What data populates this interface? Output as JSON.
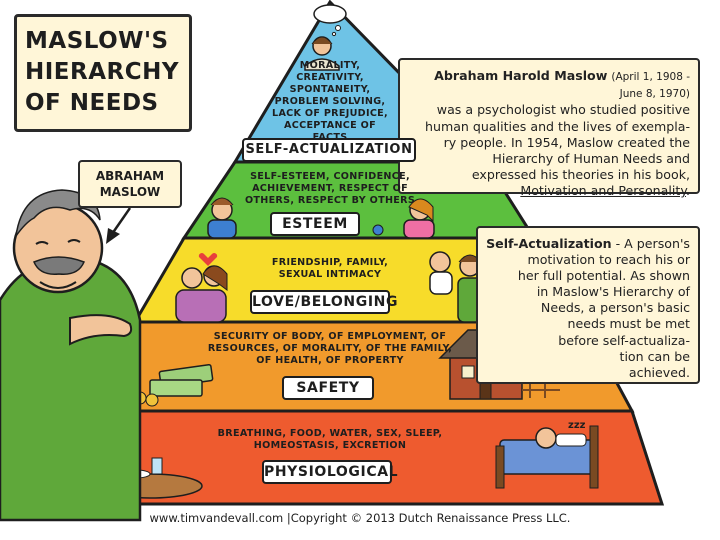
{
  "title": {
    "line1": "MASLOW'S",
    "line2": "HIERARCHY",
    "line3": "OF NEEDS"
  },
  "name_label": {
    "line1": "ABRAHAM",
    "line2": "MASLOW"
  },
  "bio": {
    "name": "Abraham Harold Maslow",
    "dates": "(April 1, 1908 - June 8, 1970)",
    "lines": [
      "was a psychologist who studied positive",
      "human qualities and the lives of exempla-",
      "ry people. In 1954, Maslow created the",
      "Hierarchy of Human Needs and",
      "expressed his theories in his book,"
    ],
    "book": "Motivation and Personality"
  },
  "sa_definition": {
    "term": "Self-Actualization",
    "lines": [
      " - A person's",
      "motivation to reach his or",
      "her full potential. As shown",
      "in Maslow's Hierarchy of",
      "Needs, a person's basic",
      "needs must be met",
      "before self-actualiza-",
      "tion can be",
      "achieved."
    ]
  },
  "levels": {
    "self_actualization": {
      "label": "SELF-ACTUALIZATION",
      "lines": [
        "MORALITY,",
        "CREATIVITY,",
        "SPONTANEITY,",
        "PROBLEM SOLVING,",
        "LACK OF PREJUDICE,",
        "ACCEPTANCE OF FACTS"
      ],
      "color": "#6ec3e6"
    },
    "esteem": {
      "label": "ESTEEM",
      "lines": [
        "SELF-ESTEEM, CONFIDENCE,",
        "ACHIEVEMENT, RESPECT OF",
        "OTHERS, RESPECT BY OTHERS"
      ],
      "color": "#5cbf3e"
    },
    "love": {
      "label": "LOVE/BELONGING",
      "lines": [
        "FRIENDSHIP, FAMILY,",
        "SEXUAL INTIMACY"
      ],
      "color": "#f7dc2a"
    },
    "safety": {
      "label": "SAFETY",
      "lines": [
        "SECURITY OF BODY, OF EMPLOYMENT, OF",
        "RESOURCES, OF MORALITY, OF THE FAMILY,",
        "OF HEALTH, OF PROPERTY"
      ],
      "color": "#f19a2c"
    },
    "physiological": {
      "label": "PHYSIOLOGICAL",
      "lines": [
        "BREATHING, FOOD, WATER, SEX, SLEEP,",
        "HOMEOSTASIS, EXCRETION"
      ],
      "color": "#ee5b2f"
    }
  },
  "sleep_text": "zzz",
  "copyright": "www.timvandevall.com |Copyright © 2013 Dutch Renaissance Press LLC.",
  "colors": {
    "outline": "#1e1e1e",
    "box_fill": "#fff6d8",
    "shirt": "#5fa83a",
    "skin": "#f2c49a"
  }
}
